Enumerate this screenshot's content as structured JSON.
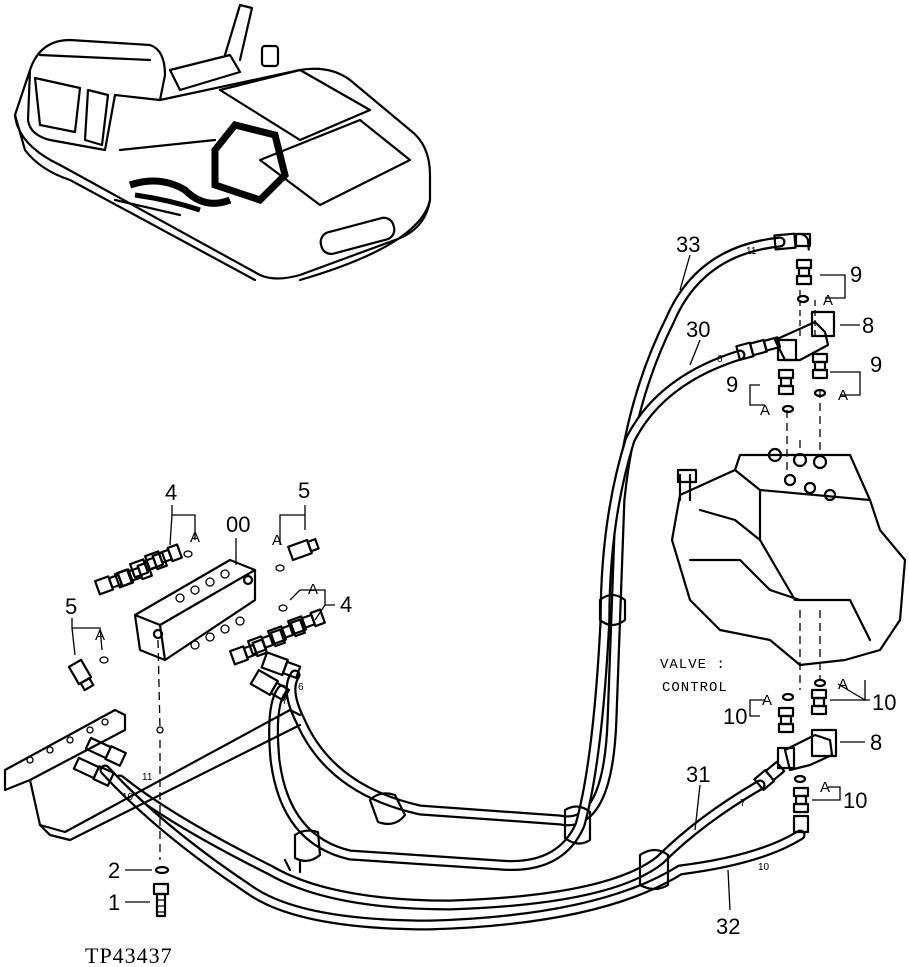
{
  "figure_code": "TP43437",
  "valve_label_line1": "VALVE :",
  "valve_label_line2": "CONTROL",
  "callouts": {
    "c1": "1",
    "c2": "2",
    "c4a": "4",
    "c4b": "4",
    "c5a": "5",
    "c5b": "5",
    "c00": "00",
    "c8a": "8",
    "c8b": "8",
    "c9a": "9",
    "c9b": "9",
    "c9c": "9",
    "c10a": "10",
    "c10b": "10",
    "c10c": "10",
    "c30": "30",
    "c31": "31",
    "c32": "32",
    "c33": "33"
  },
  "ref_letter": "A",
  "hose_marks": {
    "m6a": "6",
    "m6b": "6",
    "m7a": "7",
    "m7b": "7",
    "m10a": "10",
    "m10b": "10",
    "m11a": "11",
    "m11b": "11"
  }
}
